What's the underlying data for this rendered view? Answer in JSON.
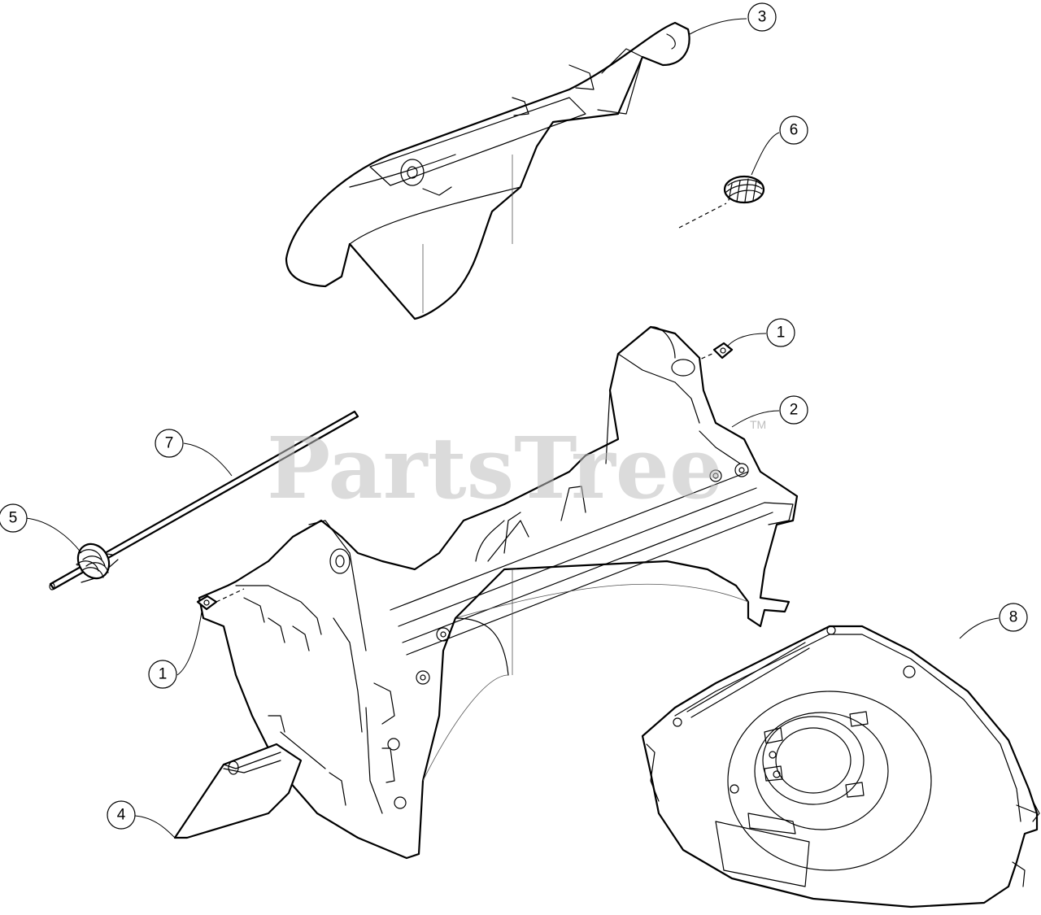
{
  "watermark": {
    "brand": "PartsTree",
    "trademark": "TM"
  },
  "callouts": [
    {
      "id": "c3",
      "label": "3"
    },
    {
      "id": "c6",
      "label": "6"
    },
    {
      "id": "c1a",
      "label": "1"
    },
    {
      "id": "c2",
      "label": "2"
    },
    {
      "id": "c7",
      "label": "7"
    },
    {
      "id": "c5",
      "label": "5"
    },
    {
      "id": "c1b",
      "label": "1"
    },
    {
      "id": "c8",
      "label": "8"
    },
    {
      "id": "c4",
      "label": "4"
    }
  ],
  "colors": {
    "line": "#000000",
    "background": "#ffffff",
    "watermark": "#bdbdbd"
  }
}
